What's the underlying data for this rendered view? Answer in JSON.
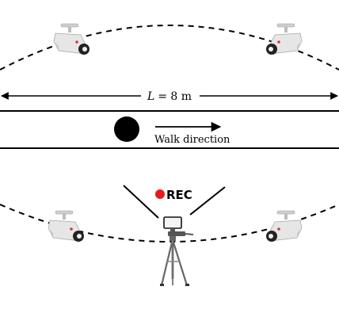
{
  "dimension": {
    "variable": "L",
    "value": "= 8 m"
  },
  "walk_label": "Walk direction",
  "rec_label": "REC",
  "colors": {
    "rec_dot": "#e81c1c",
    "line": "#000000",
    "camera_body": "#e6e6e6",
    "camera_shade": "#b9b9b9"
  },
  "icons": {
    "cameras": "cctv-camera-icon",
    "tripod": "tripod-camera-icon",
    "walker": "walker-dot-icon"
  }
}
